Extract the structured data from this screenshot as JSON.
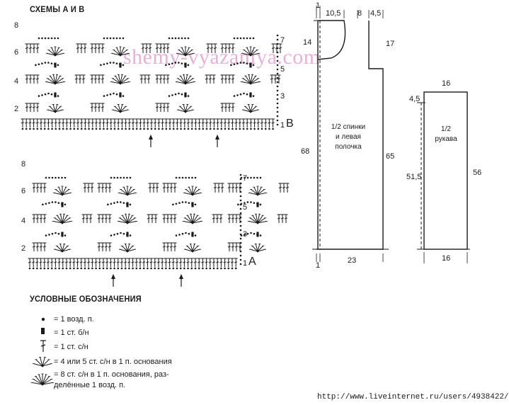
{
  "schemes_title": "СХЕМЫ А И В",
  "watermark": "shemy-vyazaniya.com",
  "scheme_b": {
    "letter": "B",
    "row_numbers_left": [
      "8",
      "6",
      "4",
      "2"
    ],
    "row_numbers_right": [
      "7",
      "5",
      "3",
      "1"
    ]
  },
  "scheme_a": {
    "letter": "A",
    "row_numbers_left": [
      "8",
      "6",
      "4",
      "2"
    ],
    "row_numbers_right": [
      "7",
      "5",
      "3",
      "1"
    ]
  },
  "legend": {
    "title": "УСЛОВНЫЕ ОБОЗНАЧЕНИЯ",
    "items": [
      {
        "icon": "dot-chain-icon",
        "text": "= 1 возд. п."
      },
      {
        "icon": "single-crochet-icon",
        "text": "= 1 ст. б/н"
      },
      {
        "icon": "double-crochet-icon",
        "text": "= 1 ст. с/н"
      },
      {
        "icon": "fan-small-icon",
        "text": "= 4 или 5 ст. с/н в 1 п. основания"
      },
      {
        "icon": "fan-large-icon",
        "text": "= 8 ст. с/н в 1 п. основания, раз-",
        "text2": "делённые 1 возд. п."
      }
    ]
  },
  "pattern_back": {
    "label_lines": [
      "1/2 спинки",
      "и левая",
      "полочка"
    ],
    "dim_top": [
      "1",
      "10,5",
      "8",
      "4,5"
    ],
    "dim_neck": "14",
    "dim_shoulder": "17",
    "dim_height_left": "68",
    "dim_height_right": "65",
    "dim_bottom_1": "1",
    "dim_bottom_width": "23"
  },
  "pattern_sleeve": {
    "label_lines": [
      "1/2",
      "рукава"
    ],
    "dim_top": "16",
    "dim_cuff": "4,5",
    "dim_height_left": "51,5",
    "dim_height_right": "56",
    "dim_bottom": "16"
  },
  "source_url": "http://www.liveinternet.ru/users/4938422/"
}
